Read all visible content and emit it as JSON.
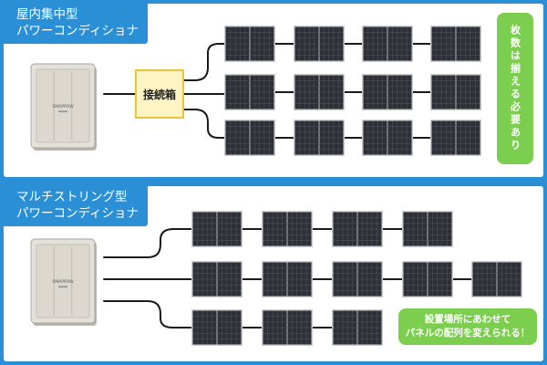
{
  "sections": {
    "central": {
      "title_line1": "屋内集中型",
      "title_line2": "パワーコンディショナ",
      "junction_label": "接続箱",
      "note": "枚数は揃える必要あり",
      "rows": [
        4,
        4,
        4
      ]
    },
    "multi": {
      "title_line1": "マルチストリング型",
      "title_line2": "パワーコンディショナ",
      "note_line1": "設置場所にあわせて",
      "note_line2": "パネルの配列を変えられる！",
      "rows": [
        4,
        5,
        3
      ]
    }
  },
  "device": {
    "brand_label": "SMAPPOW"
  },
  "colors": {
    "background": "#2b8fd6",
    "note_green": "#7ccf4e",
    "junction_fill": "#fdf3c3",
    "junction_border": "#e8c43a",
    "panel_cell": "#2d3036",
    "panel_frame": "#c9ccd0"
  }
}
